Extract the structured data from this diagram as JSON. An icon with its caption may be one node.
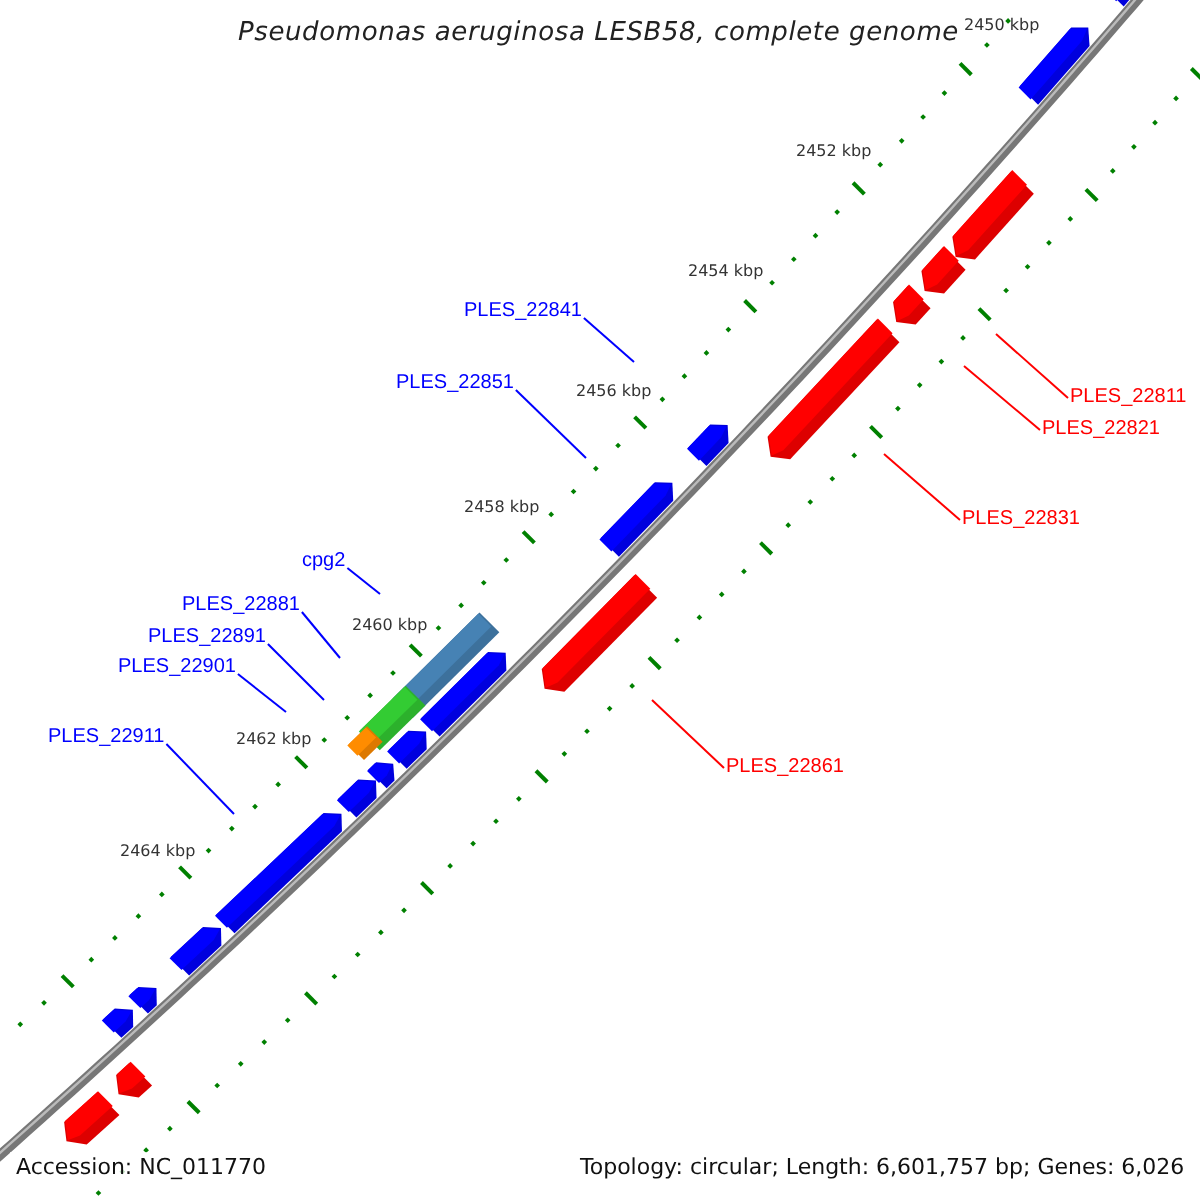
{
  "diagram": {
    "title": "Pseudomonas aeruginosa LESB58, complete genome",
    "nodes": [
      {
        "text": [
          "PLES_22841"
        ]
      },
      {
        "text": [
          "PLES_22851"
        ]
      },
      {
        "text": [
          "PLES_22811"
        ]
      },
      {
        "text": [
          "PLES_22821"
        ]
      },
      {
        "text": [
          "PLES_22831"
        ]
      },
      {
        "text": [
          "cpg2"
        ]
      },
      {
        "text": [
          "PLES_22881"
        ]
      },
      {
        "text": [
          "PLES_22891"
        ]
      },
      {
        "text": [
          "PLES_22901"
        ]
      },
      {
        "text": [
          "PLES_22911"
        ]
      },
      {
        "text": [
          "PLES_22861"
        ]
      }
    ],
    "edges": [
      {
        "from": 0,
        "to": null,
        "arrow": "none"
      },
      {
        "from": 1,
        "to": null,
        "arrow": "none"
      },
      {
        "from": 2,
        "to": null,
        "arrow": "none",
        "color": "#ff0000"
      },
      {
        "from": 3,
        "to": null,
        "arrow": "none",
        "color": "#ff0000"
      },
      {
        "from": 4,
        "to": null,
        "arrow": "none",
        "color": "#ff0000"
      },
      {
        "from": 5,
        "to": null,
        "arrow": "none"
      },
      {
        "from": 6,
        "to": null,
        "arrow": "none"
      },
      {
        "from": 7,
        "to": null,
        "arrow": "none"
      },
      {
        "from": 8,
        "to": null,
        "arrow": "none"
      },
      {
        "from": 9,
        "to": null,
        "arrow": "none"
      },
      {
        "from": 10,
        "to": null,
        "arrow": "none",
        "color": "#ff0000"
      }
    ],
    "labels": [
      "2450 kbp",
      "2452 kbp",
      "2454 kbp",
      "2456 kbp",
      "2458 kbp",
      "2460 kbp",
      "2462 kbp",
      "2464 kbp",
      "Accession: NC_011770",
      "Topology: circular; Length: 6,601,757 bp; Genes: 6,026"
    ]
  }
}
